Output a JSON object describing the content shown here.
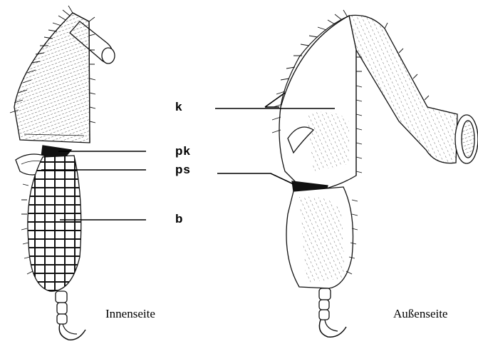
{
  "labels": {
    "k": "k",
    "pk": "pk",
    "ps": "ps",
    "b": "b"
  },
  "captions": {
    "inner": "Innenseite",
    "outer": "Außenseite"
  }
}
